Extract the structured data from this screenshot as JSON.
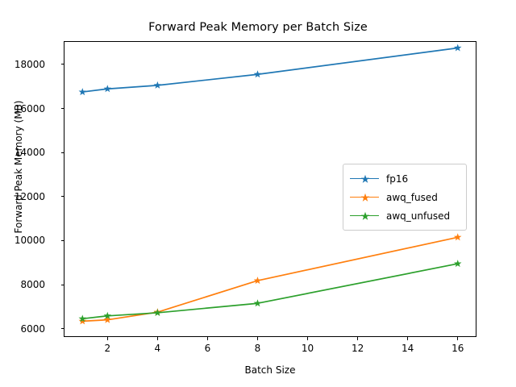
{
  "chart_data": {
    "type": "line",
    "title": "Forward Peak Memory per Batch Size",
    "xlabel": "Batch Size",
    "ylabel": "Forward Peak Memory (MB)",
    "x": [
      1,
      2,
      4,
      8,
      16
    ],
    "xlim": [
      0.25,
      16.75
    ],
    "ylim": [
      5620,
      19060
    ],
    "xticks": [
      2,
      4,
      6,
      8,
      10,
      12,
      14,
      16
    ],
    "xticklabels": [
      "2",
      "4",
      "6",
      "8",
      "10",
      "12",
      "14",
      "16"
    ],
    "yticks": [
      6000,
      8000,
      10000,
      12000,
      14000,
      16000,
      18000
    ],
    "yticklabels": [
      "6000",
      "8000",
      "10000",
      "12000",
      "14000",
      "16000",
      "18000"
    ],
    "grid": false,
    "legend_position": "center right",
    "marker": "star",
    "series": [
      {
        "name": "fp16",
        "color": "#1f77b4",
        "values": [
          16750,
          16890,
          17050,
          17550,
          18750
        ]
      },
      {
        "name": "awq_fused",
        "color": "#ff7f0e",
        "values": [
          6340,
          6400,
          6750,
          8180,
          10150
        ]
      },
      {
        "name": "awq_unfused",
        "color": "#2ca02c",
        "values": [
          6450,
          6580,
          6720,
          7150,
          8950
        ]
      }
    ]
  },
  "legend": {
    "items": [
      {
        "label": "fp16"
      },
      {
        "label": "awq_fused"
      },
      {
        "label": "awq_unfused"
      }
    ]
  }
}
